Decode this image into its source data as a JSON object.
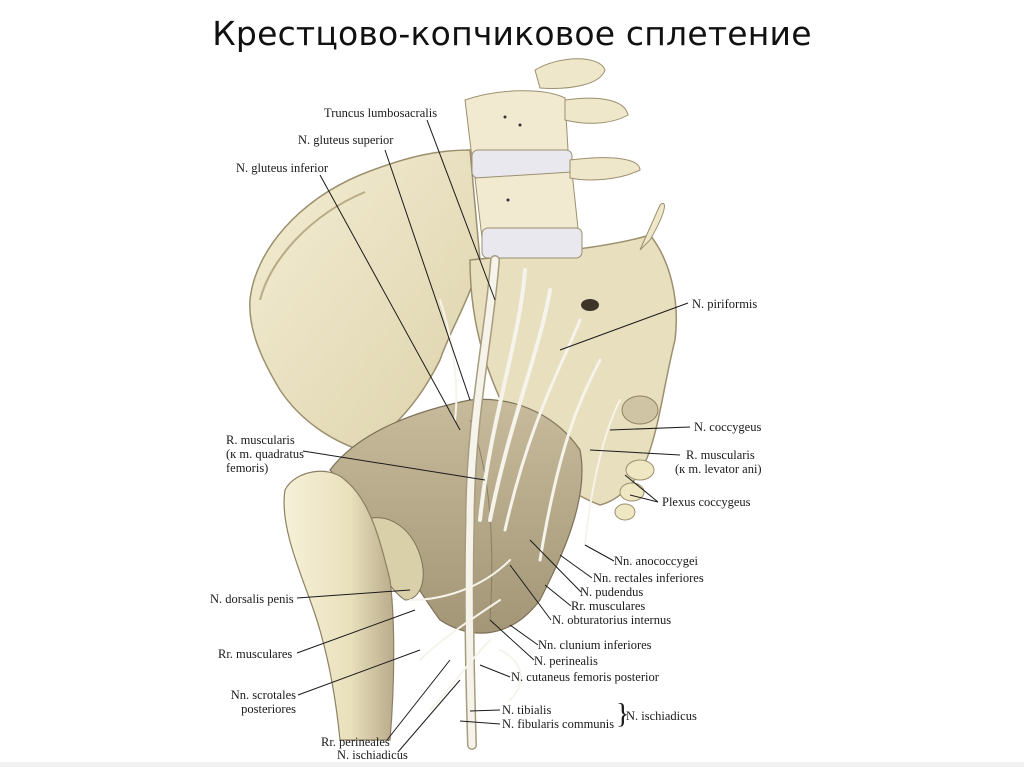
{
  "slide": {
    "title": "Крестцово-копчиковое сплетение"
  },
  "figure": {
    "description": "Sacral and coccygeal plexus — posterior view of pelvis, lumbar vertebrae, sacrum and proximal femur",
    "colors": {
      "bone": "#ede5c6",
      "bone_shadow": "#c9bd98",
      "muscle": "#b7aa8e",
      "disc": "#e9e8ef",
      "nerve": "#f4f2ea",
      "leader_line": "#1a1a1a"
    },
    "labels": {
      "truncus_lumbosacralis": "Truncus lumbosacralis",
      "n_gluteus_superior": "N. gluteus superior",
      "n_gluteus_inferior": "N. gluteus inferior",
      "n_piriformis": "N. piriformis",
      "r_muscularis_quadratus_1": "R. muscularis",
      "r_muscularis_quadratus_2": "(к m. quadratus",
      "r_muscularis_quadratus_3": "femoris)",
      "n_coccygeus": "N. coccygeus",
      "r_muscularis_levator_1": "R. muscularis",
      "r_muscularis_levator_2": "(к m. levator ani)",
      "plexus_coccygeus": "Plexus coccygeus",
      "nn_anococcygei": "Nn. anococcygei",
      "nn_rectales_inferiores": "Nn. rectales inferiores",
      "n_pudendus": "N. pudendus",
      "rr_musculares_right": "Rr. musculares",
      "n_obturatorius_internus": "N. obturatorius internus",
      "nn_clunium_inferiores": "Nn. clunium inferiores",
      "n_perinealis": "N. perinealis",
      "n_cutaneus_femoris_posterior": "N. cutaneus femoris posterior",
      "n_tibialis": "N. tibialis",
      "n_fibularis_communis": "N. fibularis communis",
      "n_ischiadicus_group": "N. ischiadicus",
      "brace": "}",
      "n_dorsalis_penis": "N. dorsalis penis",
      "rr_musculares_left": "Rr. musculares",
      "nn_scrotales_1": "Nn. scrotales",
      "nn_scrotales_2": "posteriores",
      "rr_perineales": "Rr. perineales",
      "n_ischiadicus_bottom": "N. ischiadicus"
    }
  }
}
